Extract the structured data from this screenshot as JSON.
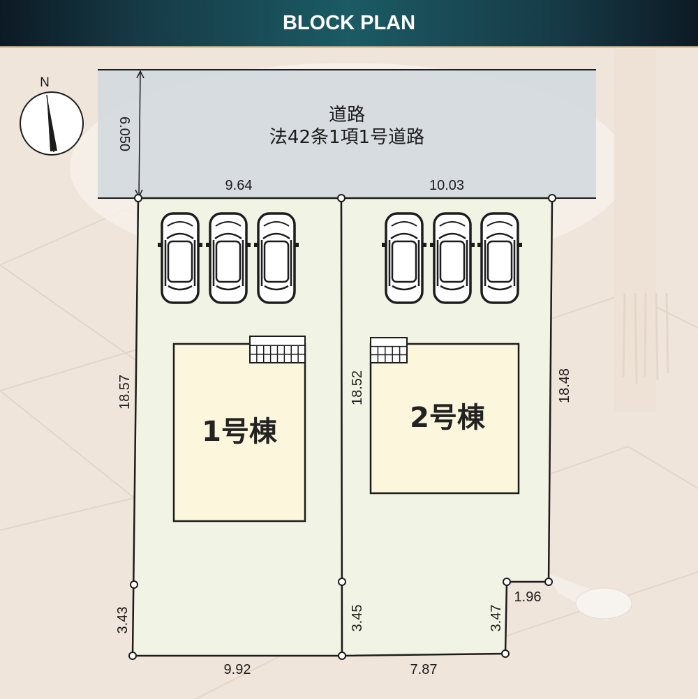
{
  "header": {
    "title": "BLOCK PLAN"
  },
  "north": {
    "label": "N"
  },
  "road": {
    "line1": "道路",
    "line2": "法42条1項1号道路",
    "width": "6.050"
  },
  "lots": [
    {
      "building_label": "1号棟",
      "front": "9.64",
      "left_upper": "18.57",
      "left_lower": "3.43",
      "bottom": "9.92",
      "cars": 3
    },
    {
      "building_label": "2号棟",
      "front": "10.03",
      "left_upper": "18.52",
      "left_lower": "3.45",
      "right_upper": "18.48",
      "step": "1.96",
      "right_lower": "3.47",
      "bottom": "7.87",
      "cars": 3
    }
  ],
  "colors": {
    "header_bg": "#163a46",
    "header_border": "#b99a62",
    "road_fill": "#d2dade",
    "lot_fill": "#f1f4e4",
    "building_fill": "#fbf6dc",
    "line": "#1c1c1c"
  }
}
